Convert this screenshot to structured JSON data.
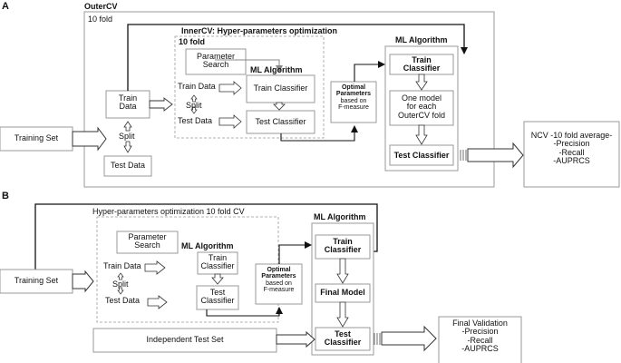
{
  "panel_a": {
    "label": "A",
    "outer_title": "OuterCV",
    "fold": "10 fold",
    "inner_title": "InnerCV: Hyper-parameters optimization",
    "inner_fold": "10 fold",
    "parameter_search": [
      "Parameter",
      "Search"
    ],
    "inner_ml_title": "ML Algorithm",
    "train_data": [
      "Train",
      "Data"
    ],
    "split": "Split",
    "test_data": "Test Data",
    "inner_train_data": "Train Data",
    "inner_split": "Split",
    "inner_test_data": "Test Data",
    "train_classifier": "Train Classifier",
    "test_classifier": "Test Classifier",
    "optimal": [
      "Optimal",
      "Parameters",
      "based on",
      "F-measure"
    ],
    "right_ml_title": "ML Algorithm",
    "right_train_classifier": [
      "Train",
      "Classifier"
    ],
    "one_model": [
      "One model",
      "for each",
      "OuterCV fold"
    ],
    "right_test_classifier": "Test Classifier",
    "training_set": "Training Set",
    "ncv": [
      "NCV -10 fold average-",
      "-Precision",
      "-Recall",
      "-AUPRCS"
    ]
  },
  "panel_b": {
    "label": "B",
    "outer_title": "Hyper-parameters optimization 10 fold CV",
    "parameter_search": [
      "Parameter",
      "Search"
    ],
    "inner_ml_title": "ML Algorithm",
    "train_data": "Train Data",
    "split": "Split",
    "test_data": "Test Data",
    "train_classifier": [
      "Train",
      "Classifier"
    ],
    "test_classifier": [
      "Test",
      "Classifier"
    ],
    "optimal": [
      "Optimal",
      "Parameters",
      "based on",
      "F-measure"
    ],
    "right_ml_title": "ML Algorithm",
    "right_train_classifier": [
      "Train",
      "Classifier"
    ],
    "final_model": "Final Model",
    "right_test_classifier": [
      "Test",
      "Classifier"
    ],
    "training_set": "Training Set",
    "independent_test_set": "Independent Test Set",
    "final_validation": [
      "Final Validation",
      "-Precision",
      "-Recall",
      "-AUPRCS"
    ]
  }
}
